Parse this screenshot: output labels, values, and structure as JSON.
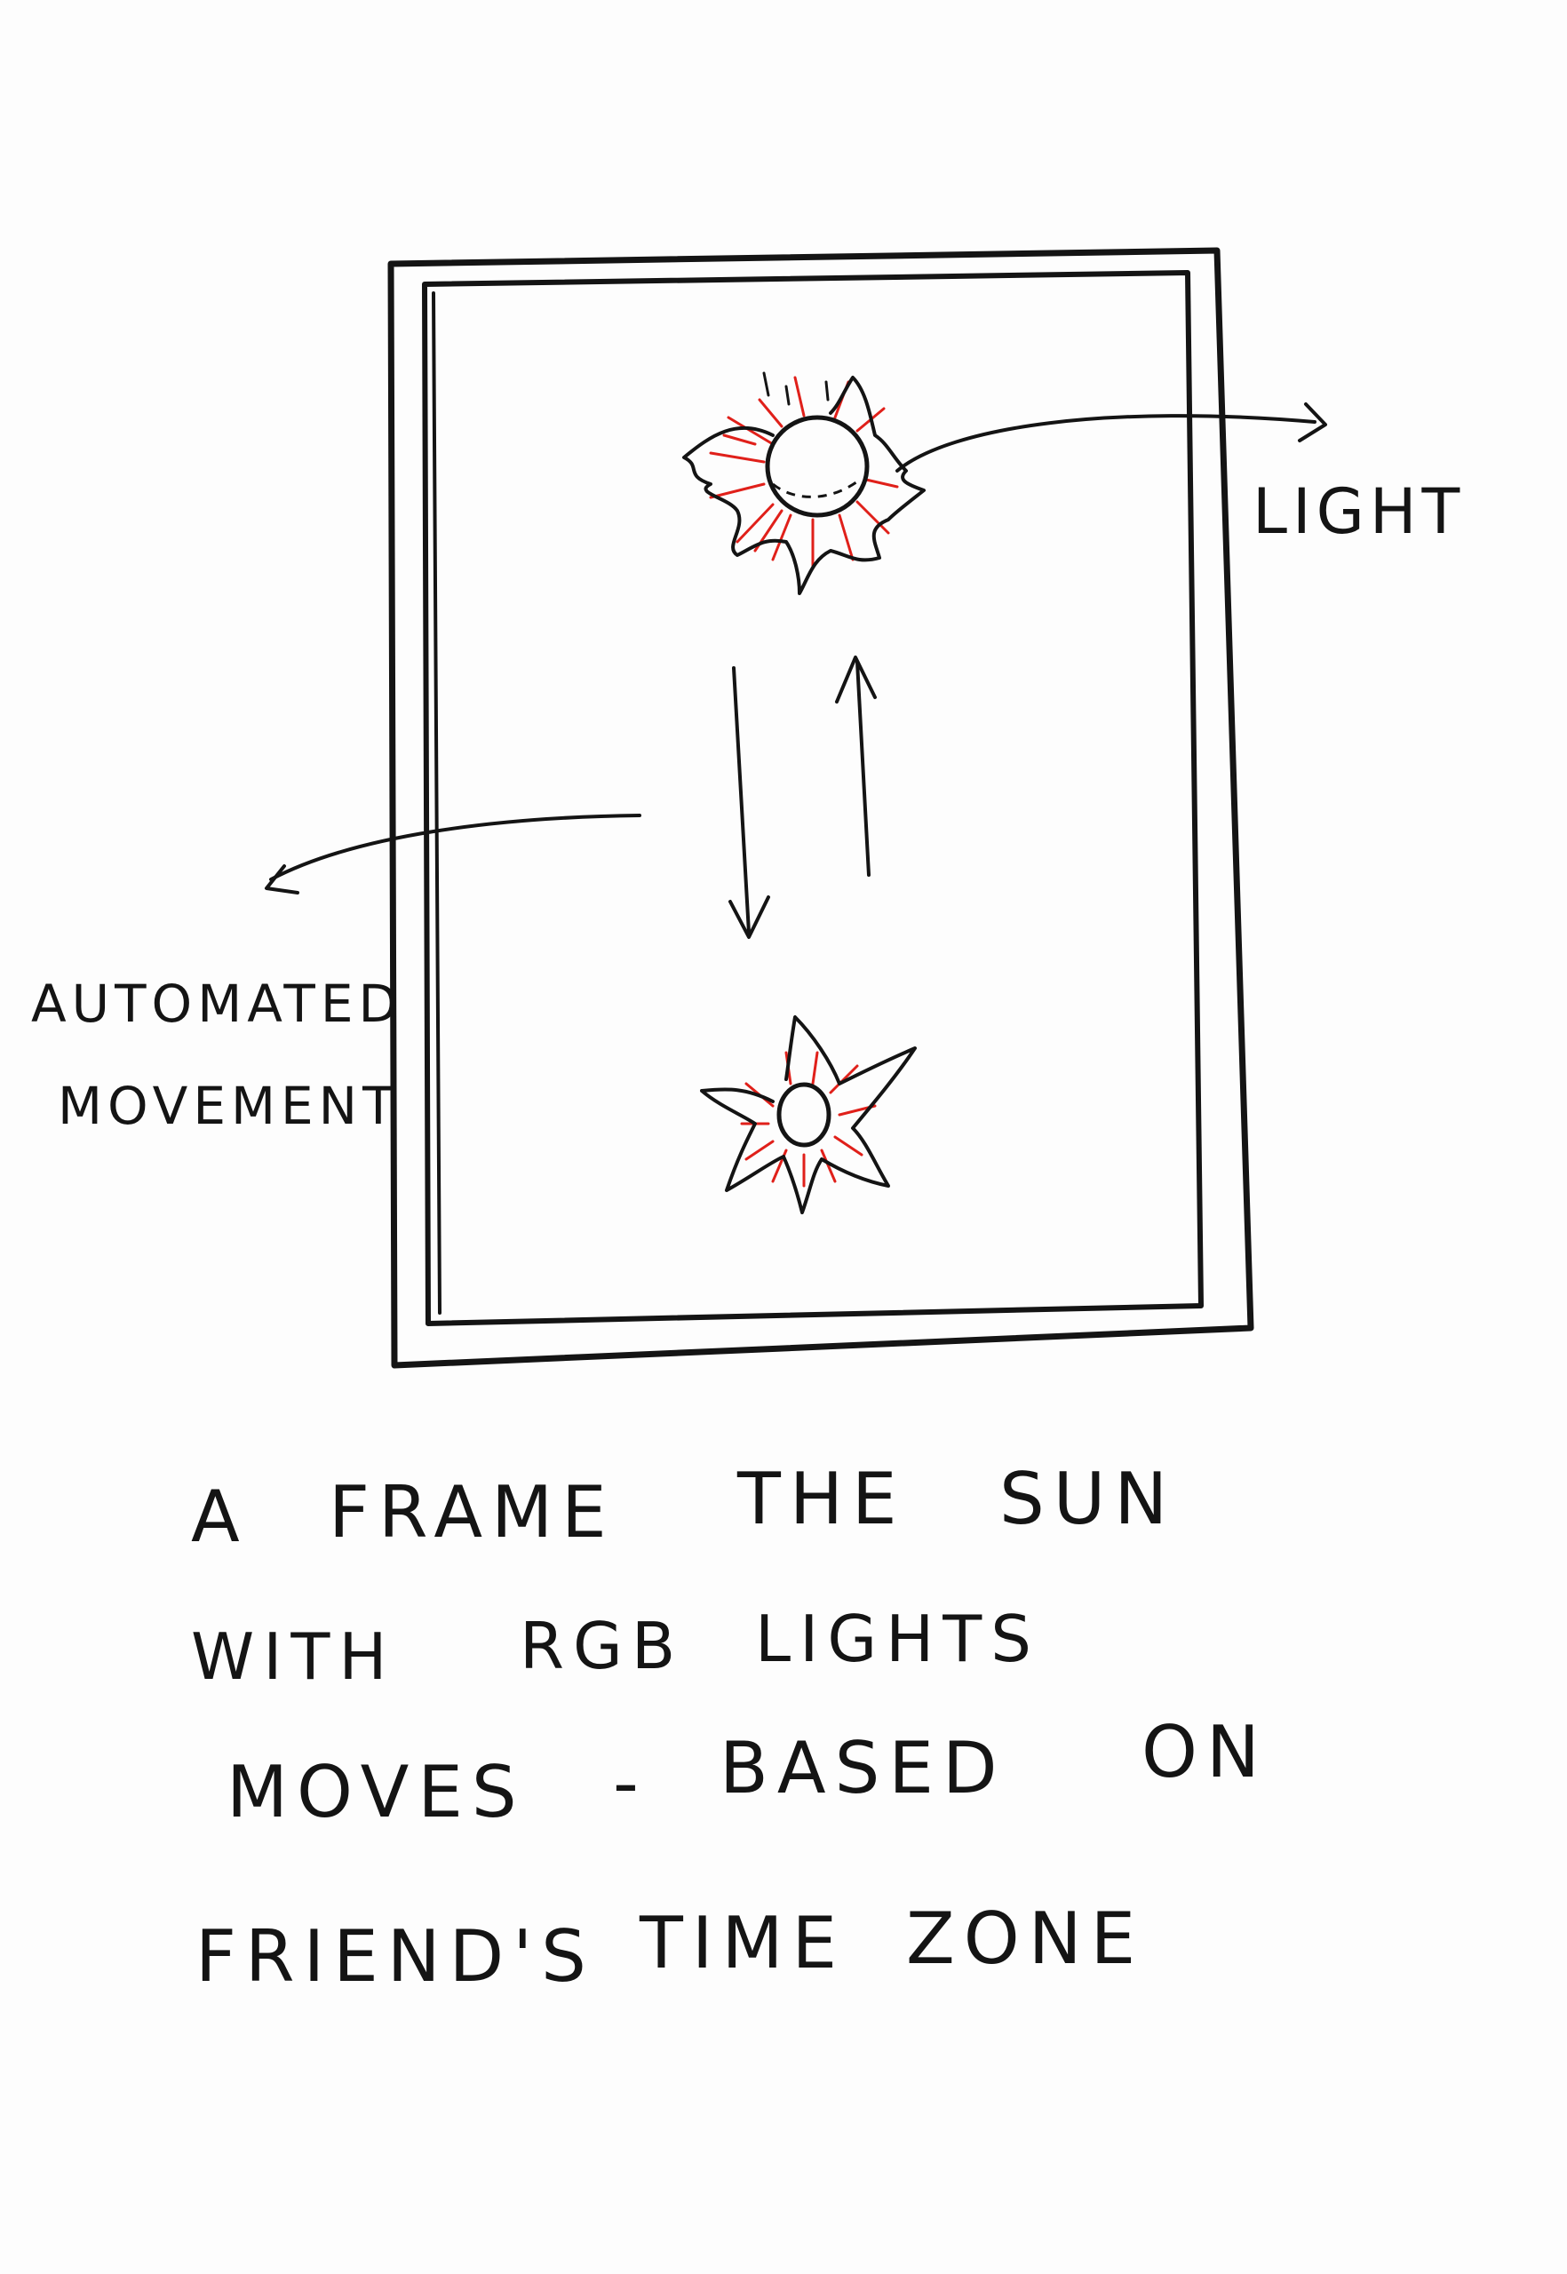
{
  "labels": {
    "light": "LIGHT",
    "automated": "AUTOMATED",
    "movement": "MOVEMENT"
  },
  "caption": {
    "line1_a": "A",
    "line1_b": "FRAME",
    "line1_c": "THE",
    "line1_d": "SUN",
    "line2_a": "WITH",
    "line2_b": "RGB",
    "line2_c": "LIGHTS",
    "line3_a": "MOVES",
    "line3_b": "-",
    "line3_c": "BASED",
    "line3_d": "ON",
    "line4_a": "FRIEND'S",
    "line4_b": "TIME",
    "line4_c": "ZONE"
  },
  "colors": {
    "ink": "#141414",
    "sun_rays": "#e0201a"
  }
}
